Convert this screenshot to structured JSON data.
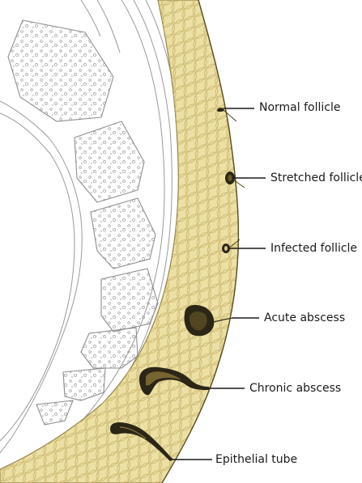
{
  "labels": {
    "normal": "Normal follicle",
    "stretched": "Stretched follicle",
    "infected": "Infected follicle",
    "acute": "Acute abscess",
    "chronic": "Chronic abscess",
    "tube": "Epithelial tube"
  },
  "colors": {
    "tissue": "#ece0a4",
    "tissue_lobule": "#cfbd78",
    "abscess_dark": "#2b2616",
    "bone_outline": "#9a9a9a",
    "leader": "#1a1a1a"
  }
}
